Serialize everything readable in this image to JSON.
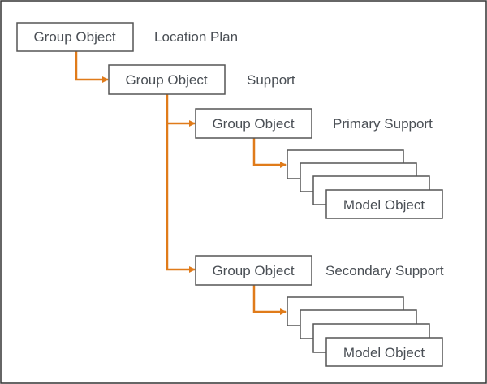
{
  "diagram": {
    "root": {
      "box_label": "Group Object",
      "side_label": "Location Plan"
    },
    "support": {
      "box_label": "Group Object",
      "side_label": "Support"
    },
    "primary": {
      "box_label": "Group Object",
      "side_label": "Primary Support",
      "model_label": "Model Object"
    },
    "secondary": {
      "box_label": "Group Object",
      "side_label": "Secondary Support",
      "model_label": "Model Object"
    },
    "colors": {
      "connector": "#e07b1a",
      "box_border": "#555555",
      "frame_border": "#333333",
      "text": "#4a4f55"
    }
  }
}
